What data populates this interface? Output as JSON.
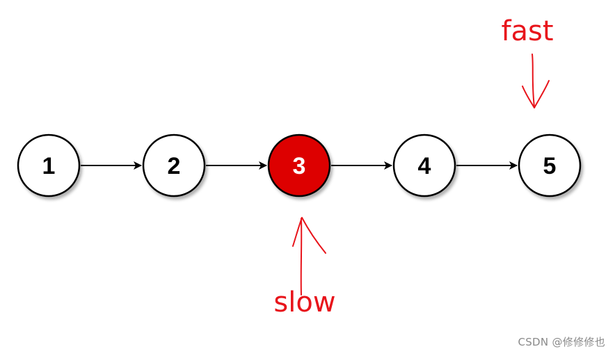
{
  "nodes": [
    {
      "label": "1",
      "highlighted": false
    },
    {
      "label": "2",
      "highlighted": false
    },
    {
      "label": "3",
      "highlighted": true
    },
    {
      "label": "4",
      "highlighted": false
    },
    {
      "label": "5",
      "highlighted": false
    }
  ],
  "pointers": {
    "fast": {
      "label": "fast",
      "target_node": "5"
    },
    "slow": {
      "label": "slow",
      "target_node": "3"
    }
  },
  "colors": {
    "node_fill": "#ffffff",
    "node_stroke": "#000000",
    "highlight_fill": "#dd0000",
    "highlight_text": "#ffffff",
    "pointer": "#e8141b",
    "edge": "#000000"
  },
  "watermark": "CSDN @修修修也"
}
